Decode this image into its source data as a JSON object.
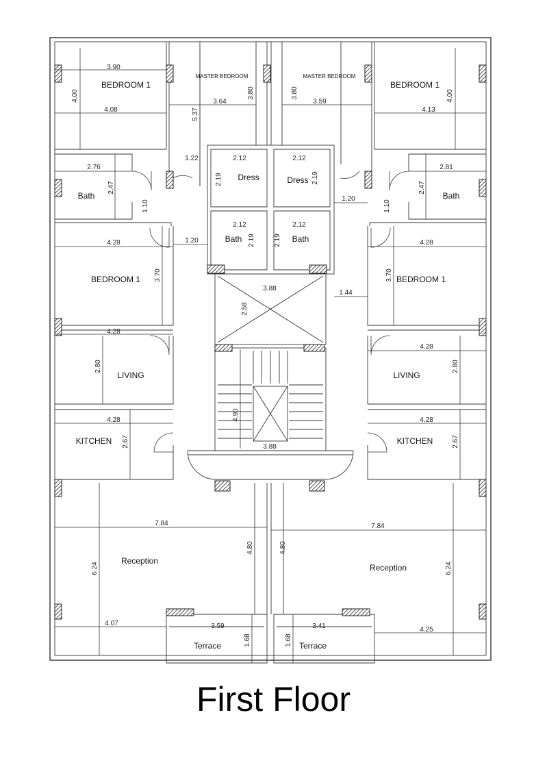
{
  "plan": {
    "title": "First Floor",
    "rooms": {
      "tl_bedroom": "BEDROOM 1",
      "tl_master": "MASTER BEDROOM",
      "tr_master": "MASTER BEDROOM",
      "tr_bedroom": "BEDROOM 1",
      "dress_l": "Dress",
      "dress_r": "Dress",
      "bath_l": "Bath",
      "bath_r": "Bath",
      "bath_cl": "Bath",
      "bath_cr": "Bath",
      "bed_ml": "BEDROOM 1",
      "bed_mr": "BEDROOM 1",
      "living_l": "LIVING",
      "living_r": "LIVING",
      "kitchen_l": "KITCHEN",
      "kitchen_r": "KITCHEN",
      "reception_l": "Reception",
      "reception_r": "Reception",
      "terrace_l": "Terrace",
      "terrace_r": "Terrace"
    },
    "dims": {
      "d390": "3.90",
      "d400l": "4.00",
      "d408": "4.08",
      "d364": "3.64",
      "d380l": "3.80",
      "d537": "5.37",
      "d380r": "3.80",
      "d359": "3.59",
      "d413": "4.13",
      "d400r": "4.00",
      "d122": "1.22",
      "d212a": "2.12",
      "d212b": "2.12",
      "d219a": "2.19",
      "d219b": "2.19",
      "d276": "2.76",
      "d247l": "2.47",
      "d110l": "1.10",
      "d120a": "1.20",
      "d110r": "1.10",
      "d281": "2.81",
      "d247r": "2.47",
      "d212c": "2.12",
      "d212d": "2.12",
      "d219c": "2.19",
      "d219d": "2.19",
      "d120b": "1.20",
      "d428a": "4.28",
      "d370l": "3.70",
      "d428b": "4.28",
      "d370r": "3.70",
      "d388a": "3.88",
      "d258": "2.58",
      "d144": "1.44",
      "d428c": "4.28",
      "d280l": "2.80",
      "d428d": "4.28",
      "d280r": "2.80",
      "d490": "4.90",
      "d428e": "4.28",
      "d267l": "2.67",
      "d428f": "4.28",
      "d267r": "2.67",
      "d388b": "3.88",
      "d784l": "7.84",
      "d784r": "7.84",
      "d480l": "4.80",
      "d480r": "4.80",
      "d624l": "6.24",
      "d624r": "6.24",
      "d407": "4.07",
      "d359b": "3.59",
      "d341": "3.41",
      "d425": "4.25",
      "d168l": "1.68",
      "d168r": "1.68"
    }
  }
}
